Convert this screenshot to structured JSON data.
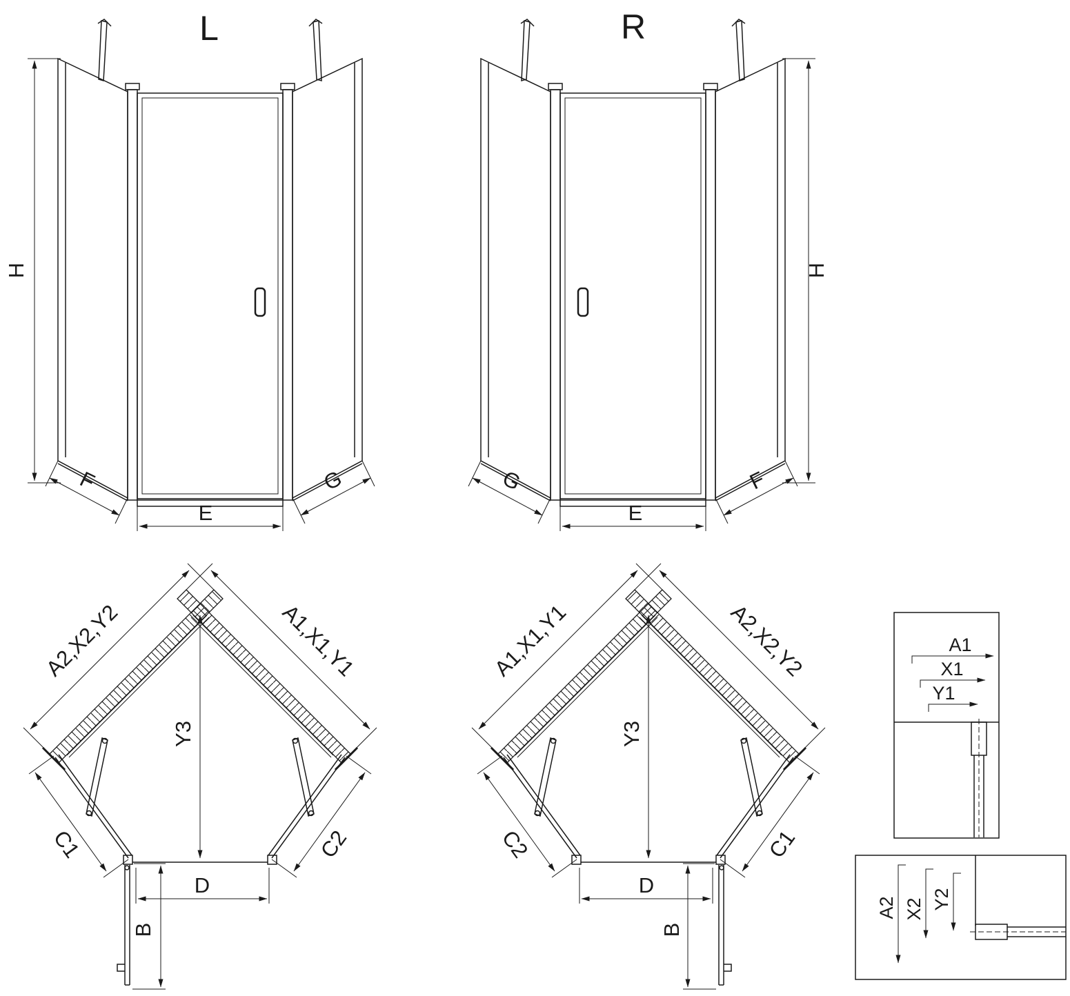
{
  "colors": {
    "line": "#1a1a1a",
    "background": "#ffffff"
  },
  "front_left": {
    "title": "L",
    "height": "H",
    "left_panel_width": "F",
    "door_width": "E",
    "right_panel_width": "G"
  },
  "front_right": {
    "title": "R",
    "height": "H",
    "left_panel_width": "G",
    "door_width": "E",
    "right_panel_width": "F"
  },
  "plan_left": {
    "wall_left": "A2,X2,Y2",
    "wall_right": "A1,X1,Y1",
    "depth": "Y3",
    "corner_left": "C1",
    "corner_right": "C2",
    "front_width": "D",
    "door_swing": "B"
  },
  "plan_right": {
    "wall_left": "A1,X1,Y1",
    "wall_right": "A2,X2,Y2",
    "depth": "Y3",
    "corner_left": "C2",
    "corner_right": "C1",
    "front_width": "D",
    "door_swing": "B"
  },
  "detail_top": {
    "dim1": "A1",
    "dim2": "X1",
    "dim3": "Y1"
  },
  "detail_bottom": {
    "dim1": "A2",
    "dim2": "X2",
    "dim3": "Y2"
  }
}
